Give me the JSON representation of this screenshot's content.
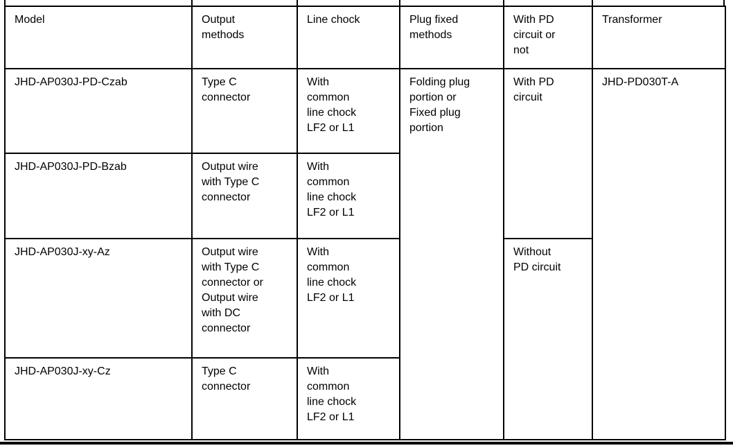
{
  "table": {
    "header": [
      "Model",
      "Output\nmethods",
      "Line chock",
      "Plug fixed\nmethods",
      "With PD\ncircuit or\nnot",
      "Transformer"
    ],
    "rows": [
      {
        "model": "JHD-AP030J-PD-Czab",
        "output_method": "Type C\nconnector",
        "line_chock": "With\ncommon\nline chock\nLF2 or L1",
        "plug_fixed_method": "Folding plug\nportion or\nFixed plug\nportion",
        "pd_circuit": "With PD\ncircuit",
        "transformer": "JHD-PD030T-A"
      },
      {
        "model": "JHD-AP030J-PD-Bzab",
        "output_method": "Output wire\nwith Type C\nconnector",
        "line_chock": "With\ncommon\nline chock\nLF2 or L1"
      },
      {
        "model": "JHD-AP030J-xy-Az",
        "output_method": "Output wire\nwith Type C\nconnector or\nOutput wire\nwith DC\nconnector",
        "line_chock": "With\ncommon\nline chock\nLF2 or L1",
        "pd_circuit": "Without\nPD circuit"
      },
      {
        "model": "JHD-AP030J-xy-Cz",
        "output_method": "Type C\nconnector",
        "line_chock": "With\ncommon\nline chock\nLF2 or L1"
      }
    ]
  }
}
